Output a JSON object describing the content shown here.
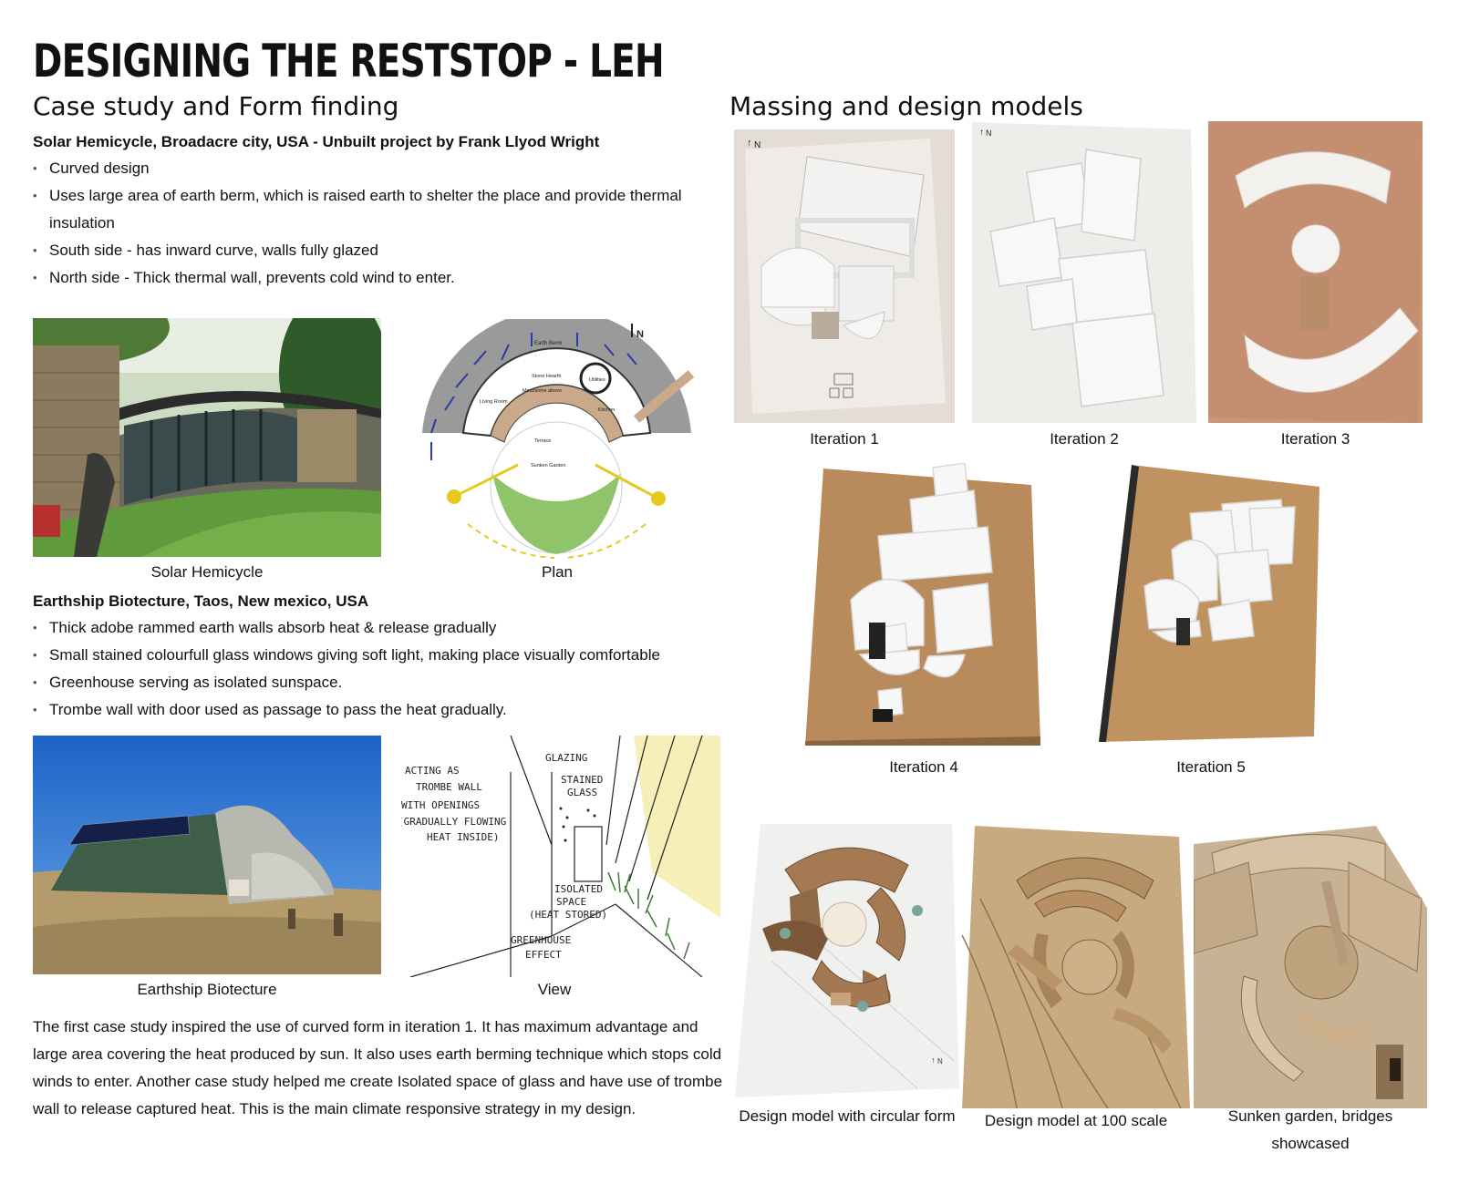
{
  "title": "DESIGNING THE RESTSTOP - LEH",
  "left": {
    "heading": "Case study and Form finding",
    "case1": {
      "title": "Solar Hemicycle, Broadacre city, USA - Unbuilt project by Frank Llyod Wright",
      "bullets": [
        " Curved design",
        "Uses large area of earth berm, which is raised earth to shelter the place and provide thermal insulation",
        "South side - has inward curve, walls fully glazed",
        "North side - Thick thermal wall, prevents cold wind to enter."
      ],
      "photo_caption": "Solar Hemicycle",
      "plan_caption": "Plan",
      "plan_labels": {
        "north": "N",
        "earth_berm": "Earth Berm",
        "stone_hearth": "Stone Hearth",
        "mezzanine": "Mezzanine above",
        "living": "Living Room",
        "kitchen": "Kitchen",
        "utilities": "Utilities",
        "terrace": "Terrace",
        "garden": "Sunken Garden"
      }
    },
    "case2": {
      "title": "Earthship Biotecture, Taos, New mexico, USA",
      "bullets": [
        "Thick adobe rammed earth walls  absorb heat & release gradually",
        "Small stained colourfull glass windows giving soft light, making place visually comfortable",
        "Greenhouse serving as isolated sunspace.",
        "Trombe wall with door used as passage to pass the heat gradually."
      ],
      "photo_caption": "Earthship Biotecture",
      "view_caption": "View",
      "sketch_labels": {
        "glazing": "GLAZING",
        "stained": "STAINED",
        "glass": "GLASS",
        "l1": "ACTING AS",
        "l2": "TROMBE WALL",
        "l3": "WITH OPENINGS",
        "l4": "(GRADUALLY FLOWING",
        "l5": "HEAT INSIDE)",
        "i1": "ISOLATED",
        "i2": "SPACE",
        "i3": "(HEAT STORED)",
        "g1": "GREENHOUSE",
        "g2": "EFFECT"
      }
    },
    "summary": "The first case study inspired the use of curved form in iteration 1. It has maximum advantage and large area covering the heat produced by sun. It also uses earth berming technique which stops cold winds to enter. Another case study helped me create Isolated space of glass and have use of trombe wall to release captured heat. This is the main climate responsive strategy in my design."
  },
  "right": {
    "heading": "Massing and design models",
    "iterations": [
      "Iteration 1",
      "Iteration 2",
      "Iteration 3",
      "Iteration 4",
      "Iteration 5"
    ],
    "north_mark": "N",
    "models": [
      "Design model with circular form",
      "Design model at 100 scale",
      "Sunken garden, bridges showcased"
    ]
  }
}
